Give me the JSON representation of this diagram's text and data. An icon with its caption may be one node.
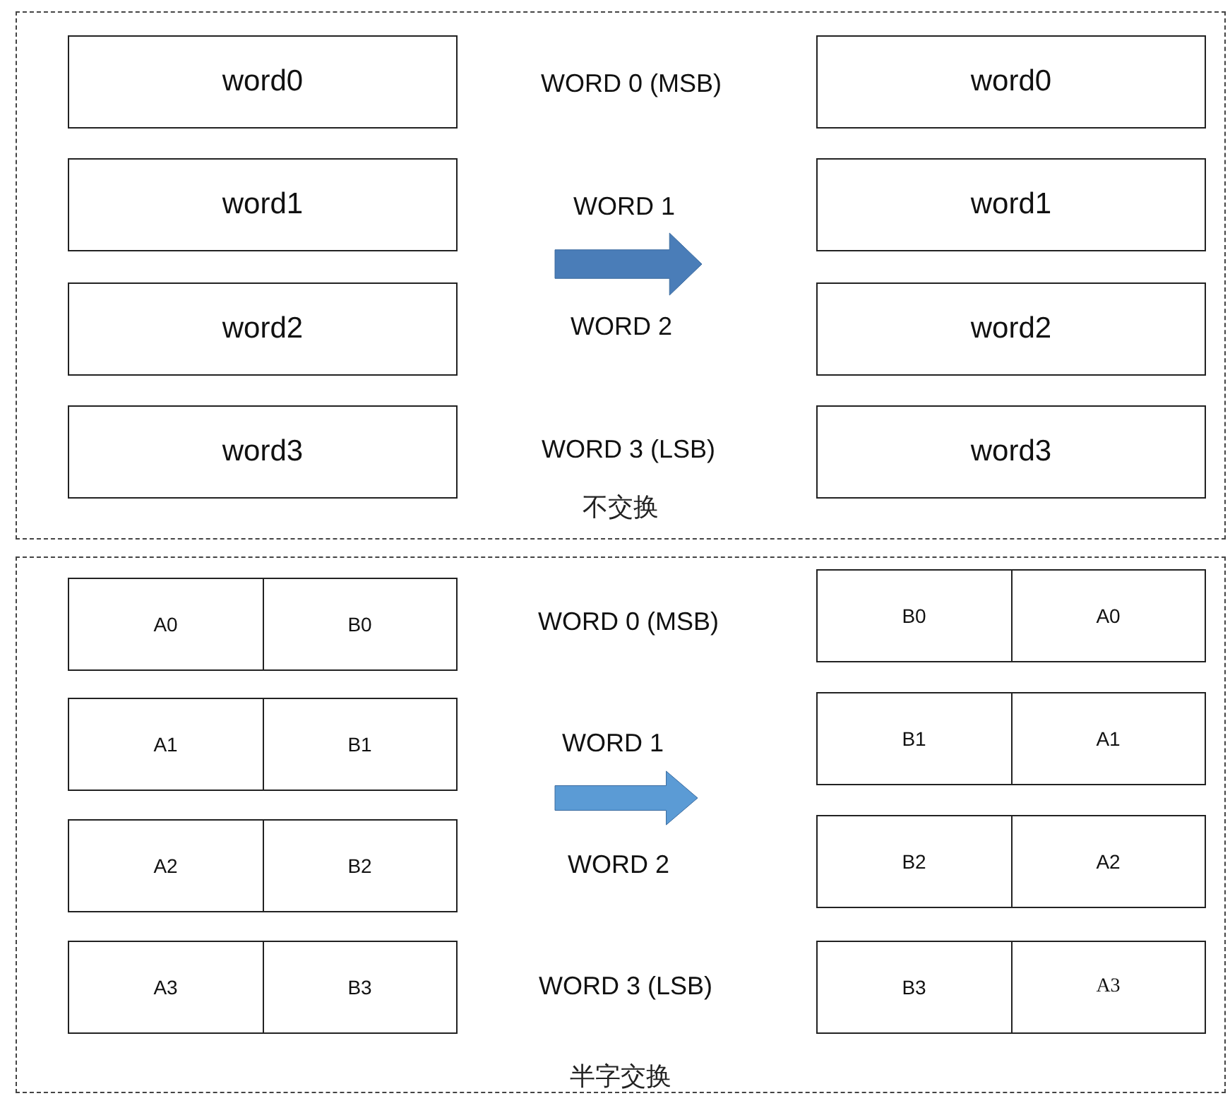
{
  "diagram": {
    "nodes": [
      {
        "text": [
          "不交换"
        ]
      },
      {
        "text": [
          "word0"
        ],
        "in": 0
      },
      {
        "text": [
          "word0"
        ],
        "in": 0
      },
      {
        "text": [
          "word1"
        ],
        "in": 0
      },
      {
        "text": [
          "word1"
        ],
        "in": 0
      },
      {
        "text": [
          "word2"
        ],
        "in": 0
      },
      {
        "text": [
          "word2"
        ],
        "in": 0
      },
      {
        "text": [
          "word3"
        ],
        "in": 0
      },
      {
        "text": [
          "word3"
        ],
        "in": 0
      },
      {
        "text": [
          "半字交换"
        ]
      },
      {
        "text": [
          "A0",
          "B0"
        ],
        "in": 9
      },
      {
        "text": [
          "B0",
          "A0"
        ],
        "in": 9
      },
      {
        "text": [
          "A1",
          "B1"
        ],
        "in": 9
      },
      {
        "text": [
          "B1",
          "A1"
        ],
        "in": 9
      },
      {
        "text": [
          "A2",
          "B2"
        ],
        "in": 9
      },
      {
        "text": [
          "B2",
          "A2"
        ],
        "in": 9
      },
      {
        "text": [
          "A3",
          "B3"
        ],
        "in": 9
      },
      {
        "text": [
          "B3",
          "A3"
        ],
        "in": 9
      }
    ],
    "labels": [
      "WORD 0 (MSB)",
      "WORD 1",
      "WORD 2",
      "WORD 3 (LSB)",
      "WORD 0 (MSB)",
      "WORD 1",
      "WORD 2",
      "WORD 3 (LSB)"
    ]
  }
}
